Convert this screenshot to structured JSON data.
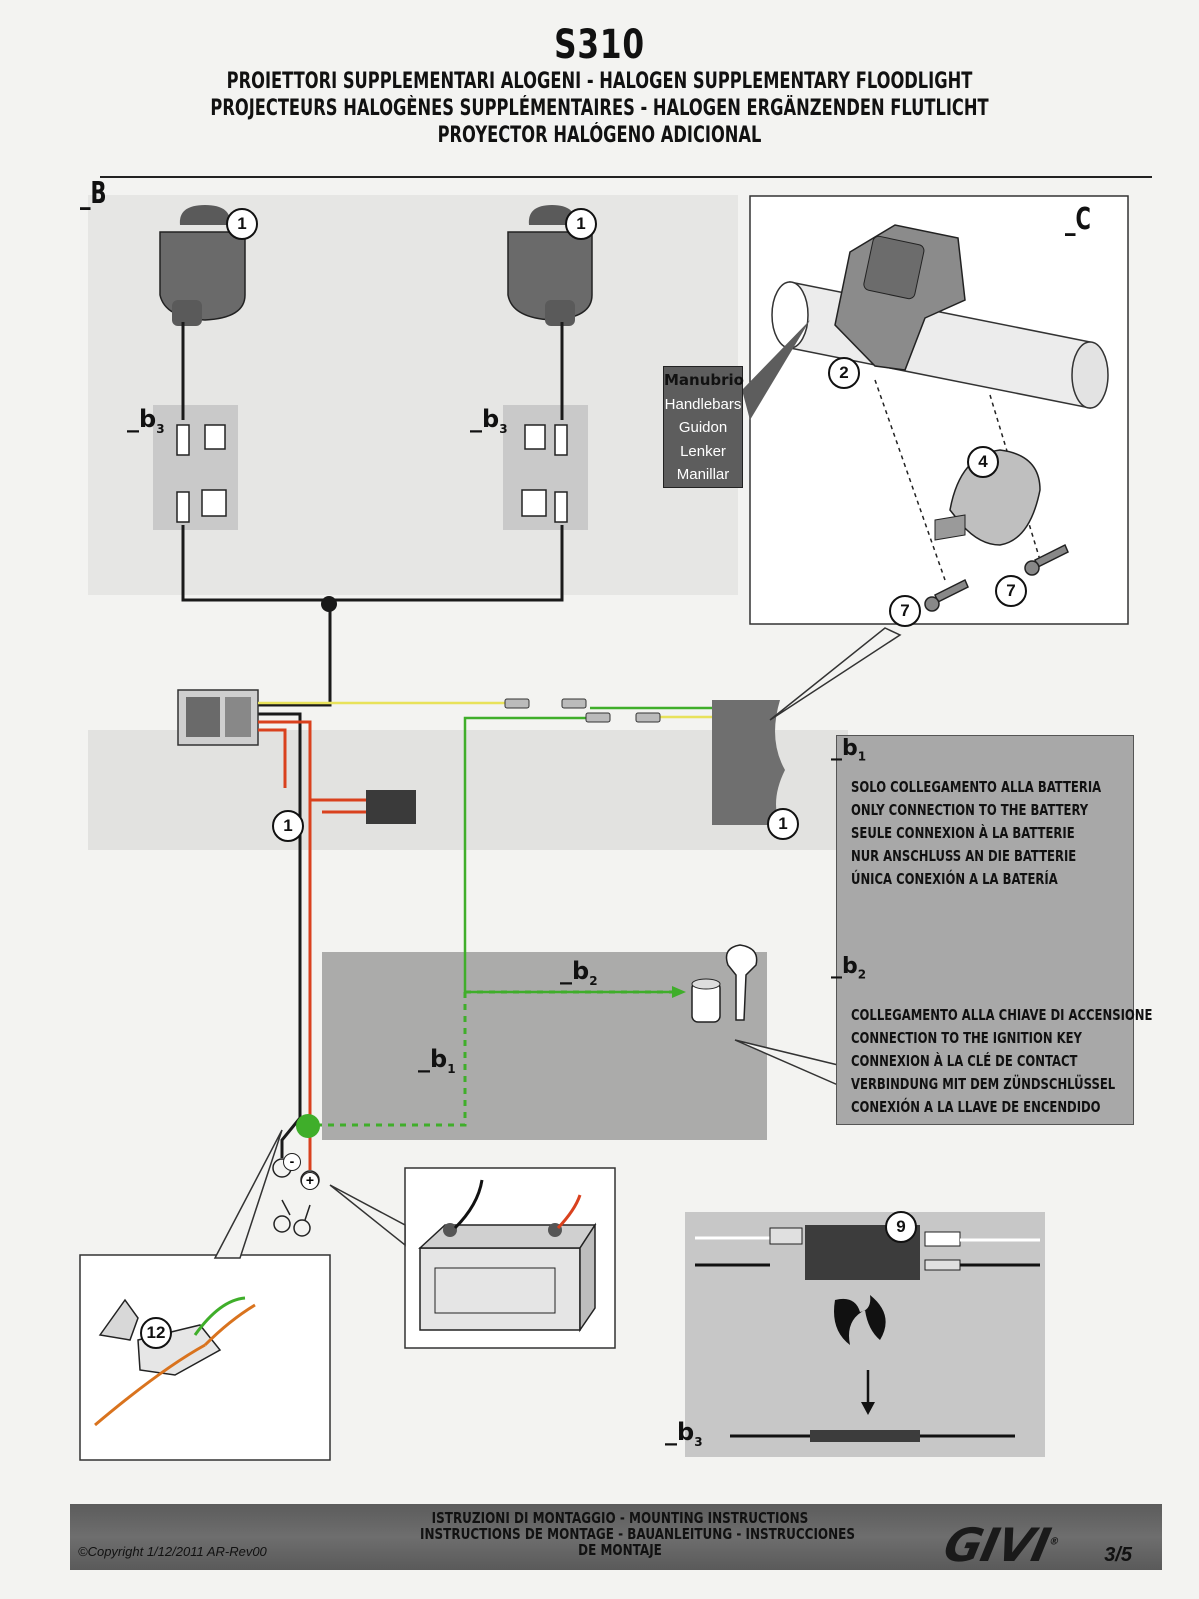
{
  "header": {
    "model": "S310",
    "subtitle_lines": [
      "PROIETTORI SUPPLEMENTARI ALOGENI - HALOGEN SUPPLEMENTARY FLOODLIGHT",
      "PROJECTEURS HALOGÈNES SUPPLÉMENTAIRES - HALOGEN ERGÄNZENDEN FLUTLICHT",
      "PROYECTOR HALÓGENO ADICIONAL"
    ]
  },
  "sections": {
    "b": "B",
    "c": "C"
  },
  "callouts": {
    "lamp_left": "1",
    "lamp_right": "1",
    "bracket": "2",
    "clamp": "4",
    "screw_a": "7",
    "screw_b": "7",
    "relay": "1",
    "switch": "1",
    "splice": "9",
    "connector": "12"
  },
  "sub_labels": {
    "b3": "b",
    "b3_sub": "3",
    "b2": "b",
    "b2_sub": "2",
    "b1": "b",
    "b1_sub": "1"
  },
  "handlebar_box": {
    "lines": [
      "Manubrio",
      "Handlebars",
      "Guidon",
      "Lenker",
      "Manillar"
    ]
  },
  "info_box": {
    "b1_title": "b",
    "b1_sub": "1",
    "b1_lines": [
      "SOLO COLLEGAMENTO ALLA BATTERIA",
      "ONLY CONNECTION TO THE BATTERY",
      "SEULE CONNEXION À LA BATTERIE",
      "NUR ANSCHLUSS AN DIE BATTERIE",
      "ÚNICA CONEXIÓN A LA BATERÍA"
    ],
    "b2_title": "b",
    "b2_sub": "2",
    "b2_lines": [
      "COLLEGAMENTO ALLA CHIAVE DI ACCENSIONE",
      "CONNECTION TO THE IGNITION KEY",
      "CONNEXION À LA CLÉ DE CONTACT",
      "VERBINDUNG MIT DEM ZÜNDSCHLÜSSEL",
      "CONEXIÓN A LA LLAVE DE ENCENDIDO"
    ]
  },
  "polarity": {
    "minus": "-",
    "plus": "+"
  },
  "footer": {
    "instructions_lines": [
      "ISTRUZIONI DI MONTAGGIO  -  MOUNTING INSTRUCTIONS",
      "INSTRUCTIONS DE MONTAGE - BAUANLEITUNG - INSTRUCCIONES",
      "DE MONTAJE"
    ],
    "copyright": "©Copyright 1/12/2011 AR-Rev00",
    "brand": "GIVI",
    "brand_mark": "®",
    "page": "3/5"
  },
  "colors": {
    "wire_black": "#1a1a1a",
    "wire_red": "#d9411e",
    "wire_green": "#3fae2a",
    "wire_yellow": "#e8e25a",
    "info_box": "#a8a8a8",
    "footer": "#5c5c5c"
  }
}
